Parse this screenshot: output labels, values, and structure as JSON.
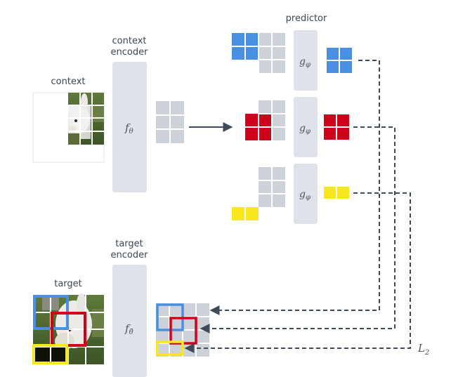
{
  "labels": {
    "context": "context",
    "context_encoder_line1": "context",
    "context_encoder_line2": "encoder",
    "target": "target",
    "target_encoder_line1": "target",
    "target_encoder_line2": "encoder",
    "predictor": "predictor",
    "loss": "L",
    "loss_sub": "2"
  },
  "symbols": {
    "context_encoder": "f",
    "context_encoder_sub": "θ",
    "target_encoder": "f",
    "target_encoder_sub": "θ̄",
    "predictor": "g",
    "predictor_sub": "φ"
  },
  "colors": {
    "block_blue": "#4a90e2",
    "block_red": "#d0021b",
    "block_yellow": "#f8e71c",
    "encoder_gray": "#dfe2e8",
    "patch_gray": "#cdd1d8",
    "arrow": "#3e4b5b"
  }
}
